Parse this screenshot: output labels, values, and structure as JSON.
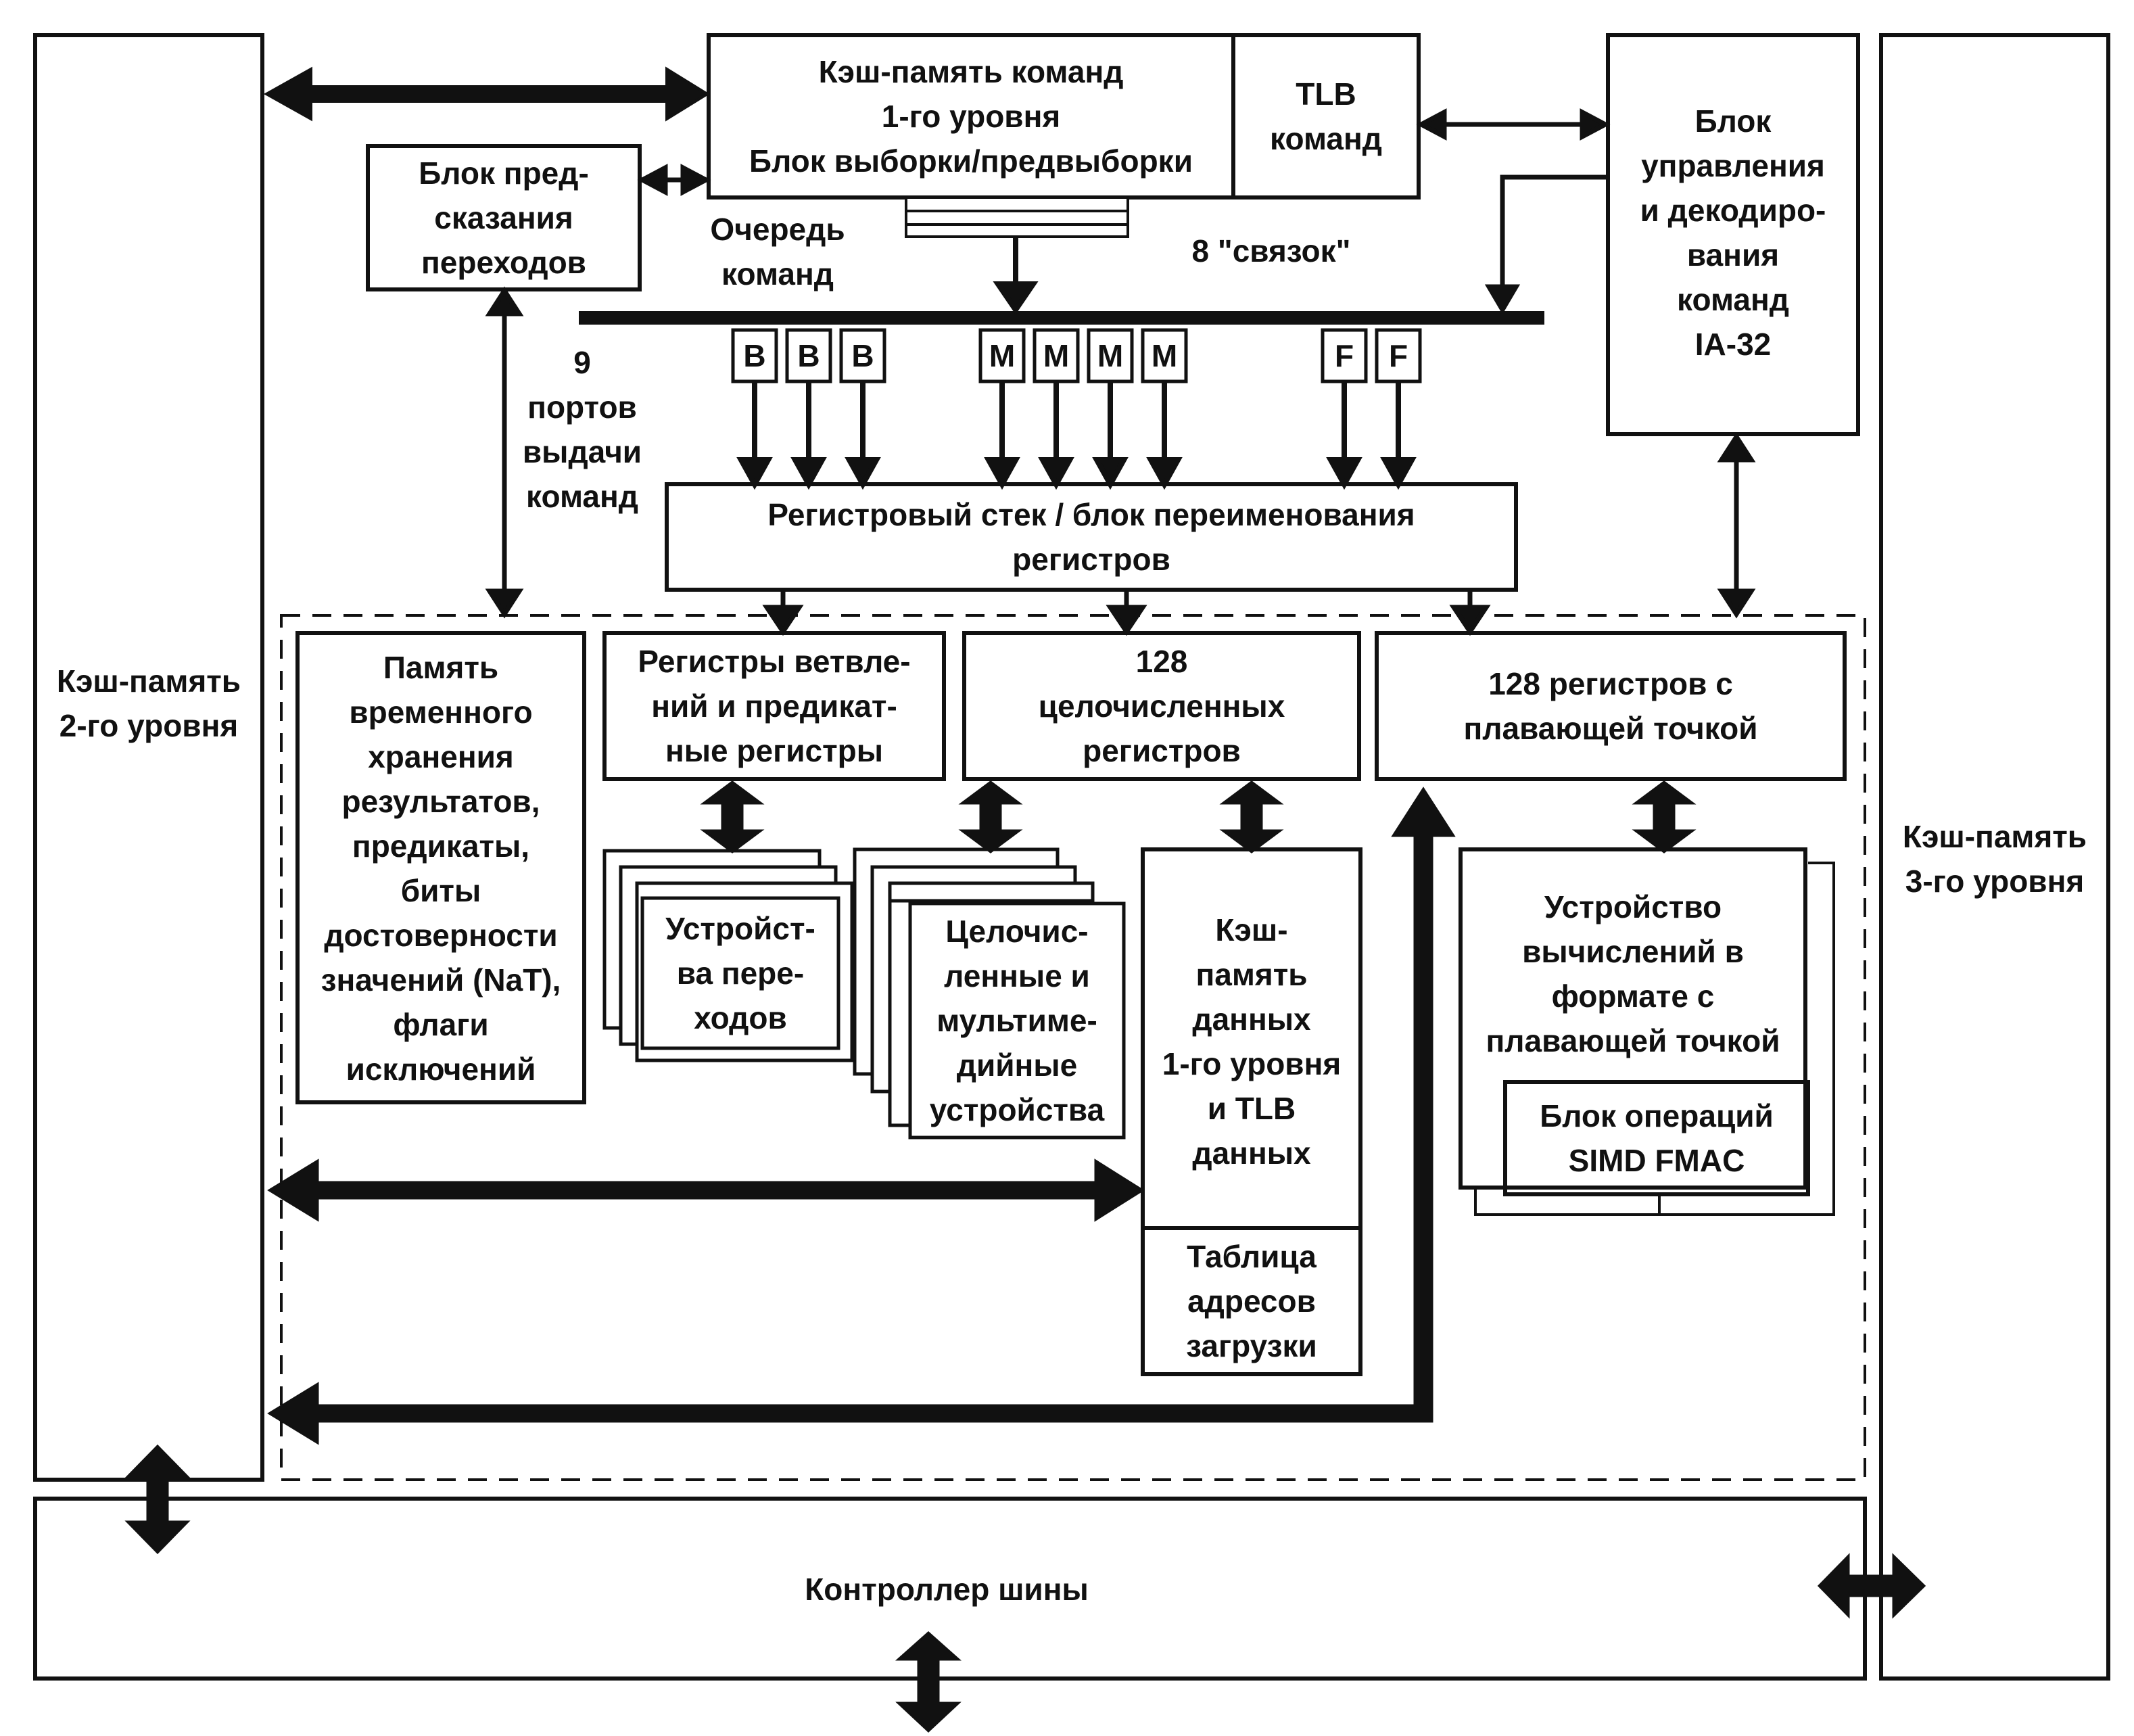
{
  "diagram": {
    "l2_cache": "Кэш-память\n2-го уровня",
    "l3_cache": "Кэш-память\n3-го уровня",
    "l1_icache": "Кэш-память команд\n1-го уровня\nБлок выборки/предвыборки",
    "tlb_commands": "TLB\nкоманд",
    "ia32_decode": "Блок\nуправления\nи декодиро-\nвания\nкоманд\nIA-32",
    "branch_prediction": "Блок пред-\nсказания\nпереходов",
    "instruction_queue_label": "Очередь\nкоманд",
    "bundles_label": "8 \"связок\"",
    "issue_ports_label": "9\nпортов\nвыдачи\nкоманд",
    "register_stack": "Регистровый стек / блок переименования\nрегистров",
    "temp_memory": "Память\nвременного\nхранения\nрезультатов,\nпредикаты,\nбиты\nдостоверности\nзначений (NaT),\nфлаги\nисключений",
    "branch_registers": "Регистры ветвле-\nний и предикат-\nные регистры",
    "int_registers": "128\nцелочисленных\nрегистров",
    "fp_registers": "128 регистров с\nплавающей точкой",
    "branch_units": "Устройст-\nва пере-\nходов",
    "int_mm_units": "Целочис-\nленные и\nмультиме-\nдийные\nустройства",
    "l1_dcache": "Кэш-\nпамять\nданных\n1-го уровня\nи TLB\nданных",
    "fp_unit": "Устройство\nвычислений в\nформате с\nплавающей точкой",
    "simd_fmac": "Блок операций\nSIMD FMAC",
    "load_table": "Таблица\nадресов\nзагрузки",
    "bus_controller": "Контроллер шины",
    "ports_b": [
      "B",
      "B",
      "B"
    ],
    "ports_m": [
      "M",
      "M",
      "M",
      "M"
    ],
    "ports_f": [
      "F",
      "F"
    ]
  }
}
